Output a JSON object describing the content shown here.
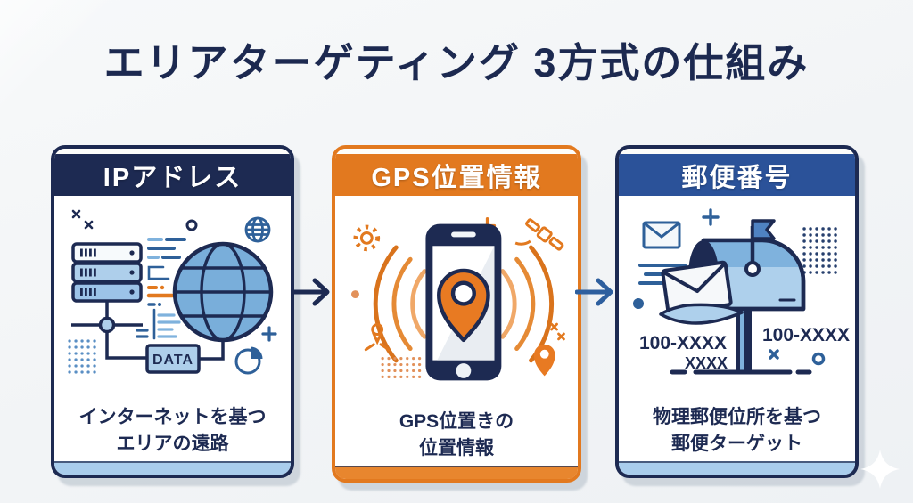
{
  "title": "エリアターゲティング 3方式の仕組み",
  "background_color": "#f2f4f6",
  "cards": [
    {
      "header": "IPアドレス",
      "caption": [
        "インターネットを基つ",
        "エリアの遠路"
      ],
      "labels": {
        "data_box": "DATA"
      },
      "colors": {
        "border": "#1d2a52",
        "header_bg": "#1d2a52",
        "header_text": "#ffffff",
        "footer_bg": "#a9cdec",
        "accent": "#2e6099",
        "fill": "#aecfeb"
      },
      "icons": [
        "server-stack-icon",
        "globe-icon",
        "mini-globe-icon",
        "data-box",
        "network-node",
        "data-lines",
        "pie-chart-icon",
        "plus-icon",
        "dot-grid",
        "x-marks",
        "circle-mark"
      ]
    },
    {
      "header": "GPS位置情報",
      "caption": [
        "GPS位置きの",
        "位置情報"
      ],
      "labels": {},
      "colors": {
        "border": "#e2791f",
        "header_bg": "#e2791f",
        "header_text": "#ffffff",
        "footer_bg": "#e8862e",
        "accent": "#e2791f",
        "fill": "#e87a22"
      },
      "icons": [
        "smartphone-icon",
        "location-pin-icon",
        "radio-waves",
        "gear-icon",
        "satellite-icon",
        "plus-icon",
        "map-pin-icon",
        "location-pin-small-icon",
        "dot-grid",
        "x-marks",
        "dot-mark"
      ]
    },
    {
      "header": "郵便番号",
      "caption": [
        "物理郵便位所を基つ",
        "郵便ターゲット"
      ],
      "labels": {
        "postal_code_left": "100-XXXX",
        "postal_code_left_sub": "XXXX",
        "postal_code_right": "100-XXXX"
      },
      "colors": {
        "border": "#1d2a52",
        "header_bg": "#2b5299",
        "header_text": "#ffffff",
        "footer_bg": "#a9cdec",
        "accent": "#2e6099",
        "fill": "#aed0ec"
      },
      "icons": [
        "mailbox-icon",
        "mailbox-flag-icon",
        "envelope-icon",
        "mini-envelope-icon",
        "speed-lines",
        "plus-icon",
        "dot-grid",
        "x-mark",
        "circle-mark",
        "dot-mark"
      ]
    }
  ],
  "arrows": [
    {
      "from": "IPアドレス",
      "to": "GPS位置情報",
      "color": "#1d2a52"
    },
    {
      "from": "GPS位置情報",
      "to": "郵便番号",
      "color": "#2e5f9e"
    }
  ]
}
